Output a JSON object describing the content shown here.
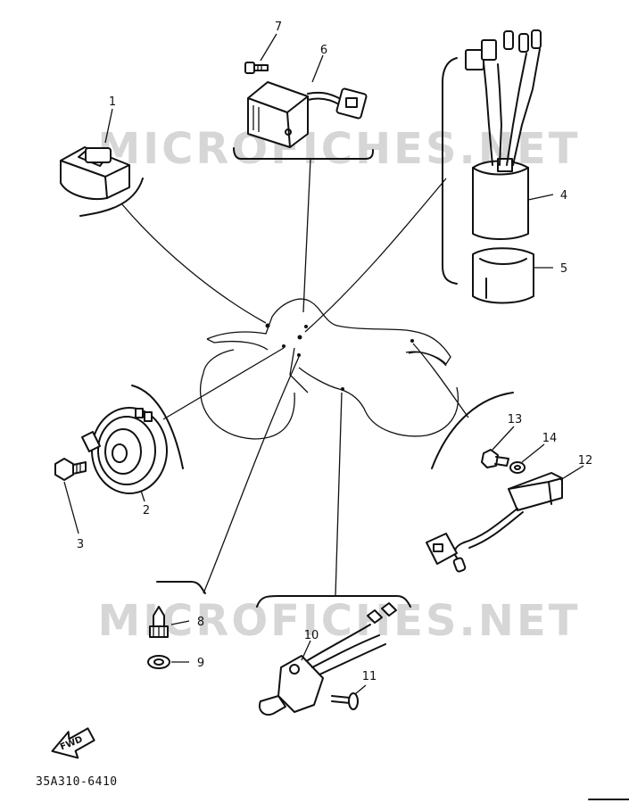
{
  "watermark": "MICROFICHES.NET",
  "part_code": "35A310-6410",
  "fwd_label": "FWD",
  "callouts": [
    "1",
    "2",
    "3",
    "4",
    "5",
    "6",
    "7",
    "8",
    "9",
    "10",
    "11",
    "12",
    "13",
    "14"
  ]
}
